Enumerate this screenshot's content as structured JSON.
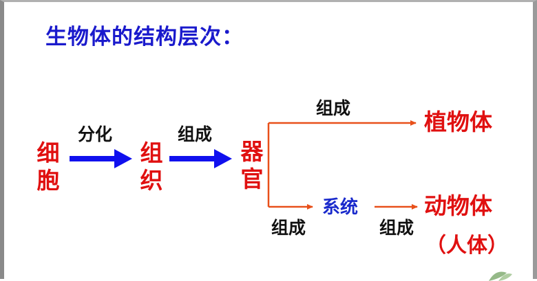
{
  "title": "生物体的结构层次：",
  "nodes": {
    "cell_1": "细",
    "cell_2": "胞",
    "tissue_1": "组",
    "tissue_2": "织",
    "organ_1": "器",
    "organ_2": "官",
    "system": "系统",
    "plant": "植物体",
    "animal": "动物体",
    "human": "（人体）"
  },
  "edges": {
    "differentiate": "分化",
    "compose_1": "组成",
    "compose_plant": "组成",
    "compose_system": "组成",
    "compose_animal": "组成"
  },
  "colors": {
    "title": "#1a1acc",
    "node_red": "#e01010",
    "node_blue": "#1a2acc",
    "arrow_blue": "#1010ee",
    "arrow_orange": "#e8501a"
  }
}
